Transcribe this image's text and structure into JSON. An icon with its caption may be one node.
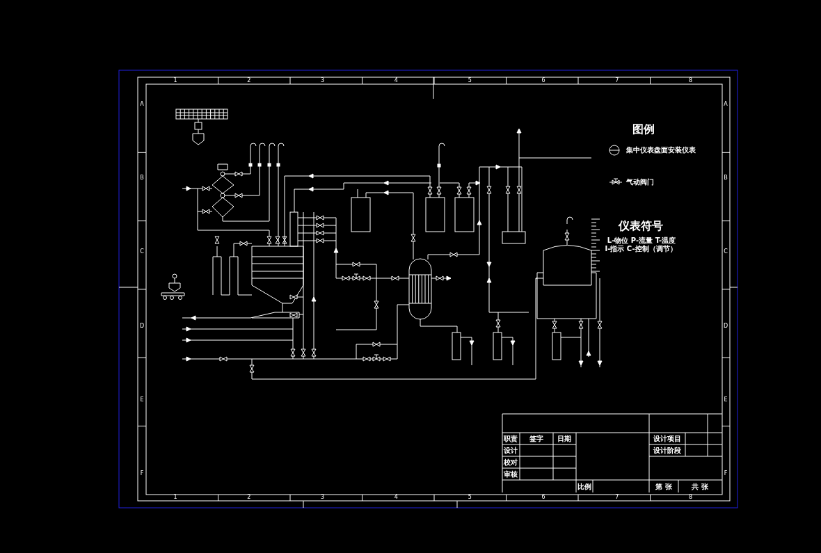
{
  "diagram": {
    "labels": [
      "1",
      "2",
      "3",
      "4",
      "5",
      "6",
      "7",
      "8",
      "A",
      "B",
      "C",
      "D",
      "E",
      "F",
      "A",
      "B",
      "C",
      "D",
      "E",
      "F",
      "1",
      "2",
      "3",
      "4",
      "5",
      "6",
      "7",
      "8",
      "图例",
      "仪表符号",
      "L-物位 P-流量 T-温度",
      "I-指示 C-控制（调节）",
      "职责",
      "签字",
      "日期",
      "设计项目",
      "设计",
      "设计阶段",
      "校对",
      "审核",
      "比例",
      "第 张",
      "共 张"
    ],
    "legend": [
      {
        "text": "集中仪表盘面安装仪表"
      },
      {
        "text": "气动阀门"
      }
    ]
  }
}
